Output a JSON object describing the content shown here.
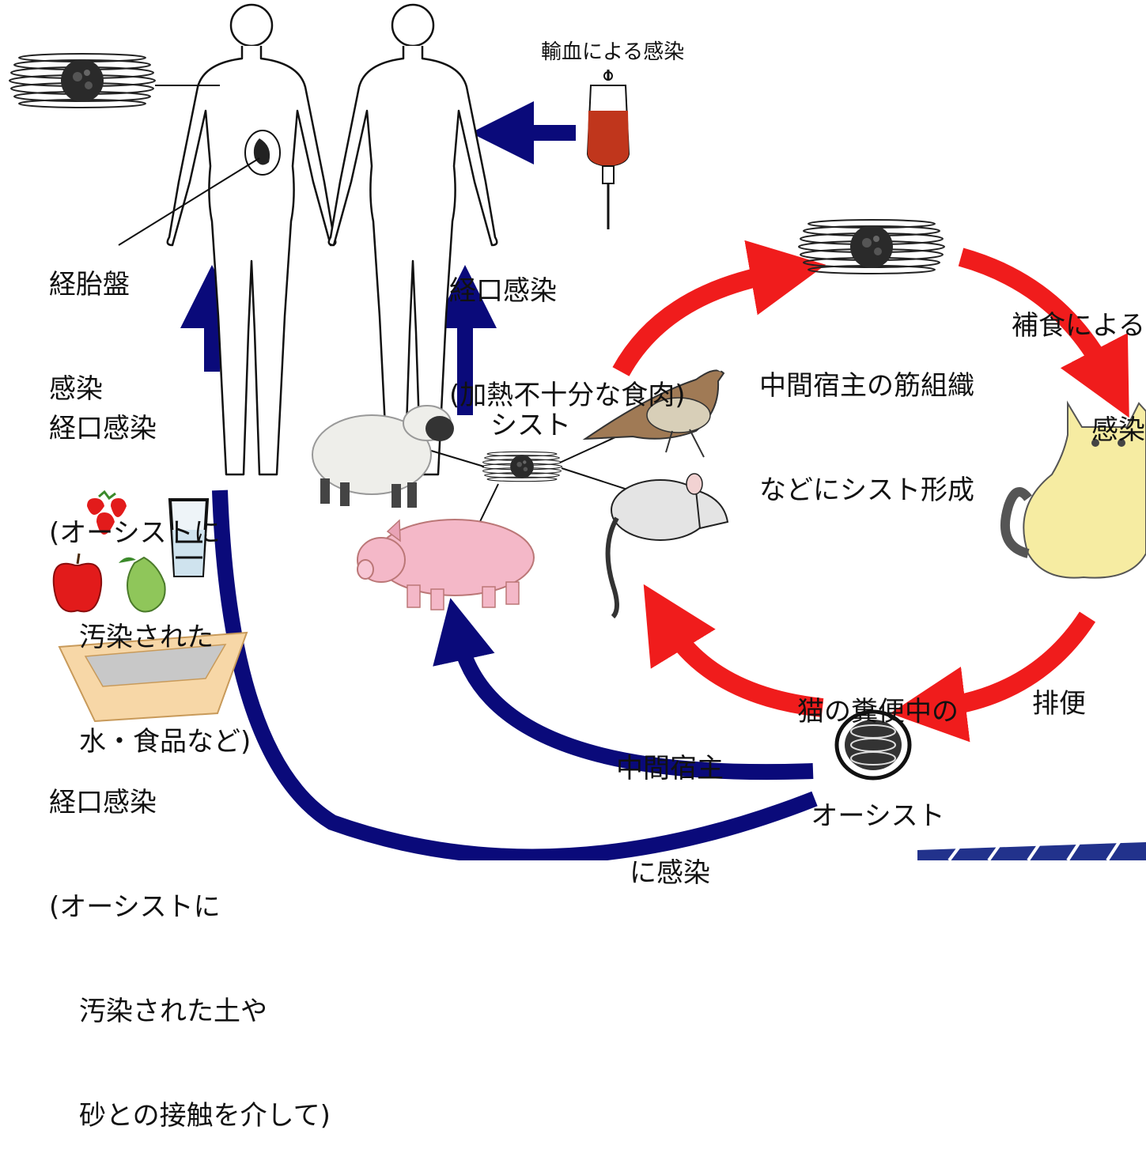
{
  "labels": {
    "transfusion": "輸血による感染",
    "transplacental": [
      "経胎盤",
      "感染"
    ],
    "oral_meat": [
      "経口感染",
      "(加熱不十分な食肉)"
    ],
    "predation": [
      "補食による",
      "感染"
    ],
    "muscle_cyst": [
      "中間宿主の筋組織",
      "などにシスト形成"
    ],
    "oral_water": [
      "経口感染",
      "(オーシストに",
      "汚染された",
      "水・食品など)"
    ],
    "cyst": "シスト",
    "oocyst_feces": [
      "猫の糞便中の",
      "オーシスト"
    ],
    "excretion": "排便",
    "intermediate_infection": [
      "中間宿主",
      "に感染"
    ],
    "oral_soil": [
      "経口感染",
      "(オーシストに",
      "汚染された土や",
      "砂との接触を介して)"
    ]
  },
  "colors": {
    "red_arrow": "#f01c1c",
    "blue_arrow": "#0a0a7a",
    "blood": "#c0361c",
    "sheep": "#eeeeea",
    "pig": "#f4b8c8",
    "cat": "#f6eca2",
    "bird": "#a07a55",
    "rat": "#e4e4e4",
    "litter_box": "#f7d7a7",
    "apple": "#e21b1b",
    "pear": "#8fc65a",
    "logo": "#22328c"
  },
  "icons": [
    "human-figure-icon",
    "fetus-icon",
    "blood-bag-icon",
    "muscle-cyst-icon",
    "sheep-icon",
    "pig-icon",
    "bird-icon",
    "rat-icon",
    "cat-icon",
    "oocyst-icon",
    "strawberry-icon",
    "apple-icon",
    "pear-icon",
    "water-glass-icon",
    "litter-box-icon",
    "logo-icon"
  ]
}
